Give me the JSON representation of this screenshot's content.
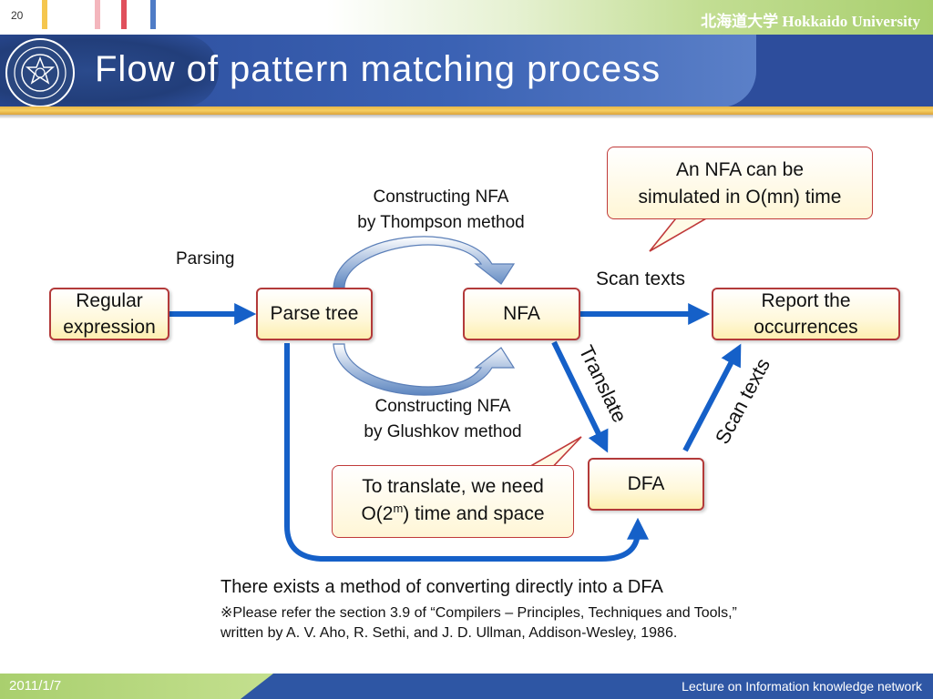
{
  "header": {
    "slide_number": "20",
    "university": "北海道大学 Hokkaido University",
    "title": "Flow of pattern matching process"
  },
  "nodes": {
    "regex": "Regular expression",
    "parse_tree": "Parse tree",
    "nfa": "NFA",
    "dfa": "DFA",
    "report": "Report the occurrences"
  },
  "edge_labels": {
    "parsing": "Parsing",
    "thompson_1": "Constructing NFA",
    "thompson_2": "by Thompson method",
    "glushkov_1": "Constructing NFA",
    "glushkov_2": "by Glushkov method",
    "scan_texts_nfa": "Scan texts",
    "translate": "Translate",
    "scan_texts_dfa": "Scan texts"
  },
  "callouts": {
    "nfa_sim_1": "An NFA can be",
    "nfa_sim_2": "simulated in O(mn) time",
    "translate_cost_1": "To translate, we need",
    "translate_cost_2_prefix": "O(2",
    "translate_cost_2_sup": "m",
    "translate_cost_2_suffix": ") time and space"
  },
  "note": {
    "line1": "There exists a method of converting directly into a DFA",
    "line2": "※Please refer the section 3.9 of “Compilers – Principles, Techniques and Tools,”",
    "line3": "written by A. V. Aho, R. Sethi, and J. D. Ullman, Addison-Wesley, 1986."
  },
  "footer": {
    "date": "2011/1/7",
    "course": "Lecture on Information knowledge network"
  },
  "colors": {
    "arrow_blue": "#1560c8",
    "node_border": "#b33a3a",
    "title_bar": "#2d4d9c",
    "accent_gold": "#f0c050"
  }
}
